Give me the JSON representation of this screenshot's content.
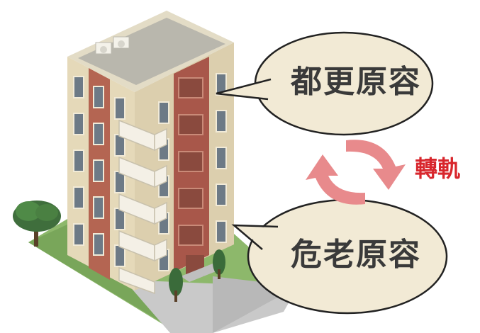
{
  "labels": {
    "top_bubble": "都更原容",
    "bottom_bubble": "危老原容",
    "switch": "轉軌"
  },
  "colors": {
    "switch_text": "#d8262c",
    "arrow": "#e88a8c",
    "bubble_fill": "#f2ead5",
    "wall_light": "#e6dcc0",
    "wall_red": "#a8574a",
    "lawn": "#7aa85c"
  },
  "icons": {
    "building": "apartment-building-illustration",
    "arrows": "refresh-cycle-arrows",
    "tree": "tree-icon"
  }
}
